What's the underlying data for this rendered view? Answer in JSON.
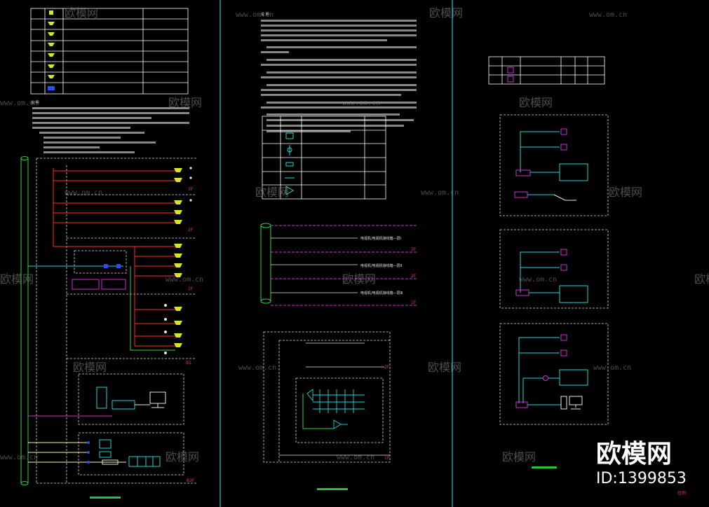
{
  "watermark": {
    "brand": "欧模网",
    "url": "www.om.cn",
    "logo_text": "欧模网",
    "id_text": "ID:1399853"
  },
  "drawing": {
    "panels": 3,
    "notes_heading_left": "说 明",
    "notes_heading_mid": "说 明",
    "legend_rows": 6,
    "floor_tags_left": [
      "3F",
      "2F",
      "1F",
      "B1",
      "B2F"
    ],
    "floor_tags_mid": [
      "3F",
      "2F",
      "1F"
    ],
    "floor_tags_mid_lower": [
      "2F",
      "1F"
    ],
    "feeder_labels": [
      "电视机/电视机接线箱—层Ⅰ",
      "电视机/电视机接线箱—层Ⅱ",
      "电视机/电视机接线箱—层Ⅲ"
    ],
    "corner_tag": "比例"
  },
  "colors": {
    "background": "#000000",
    "panel_divider": "#24c3d6",
    "grid_white": "#ffffff",
    "riser_green": "#33d43a",
    "feeder_red": "#ff2a2a",
    "feeder_magenta": "#d52ad8",
    "feeder_cyan": "#22d4d4",
    "device_yellow": "#d6e626",
    "dashed_white": "#d8d8d8"
  }
}
